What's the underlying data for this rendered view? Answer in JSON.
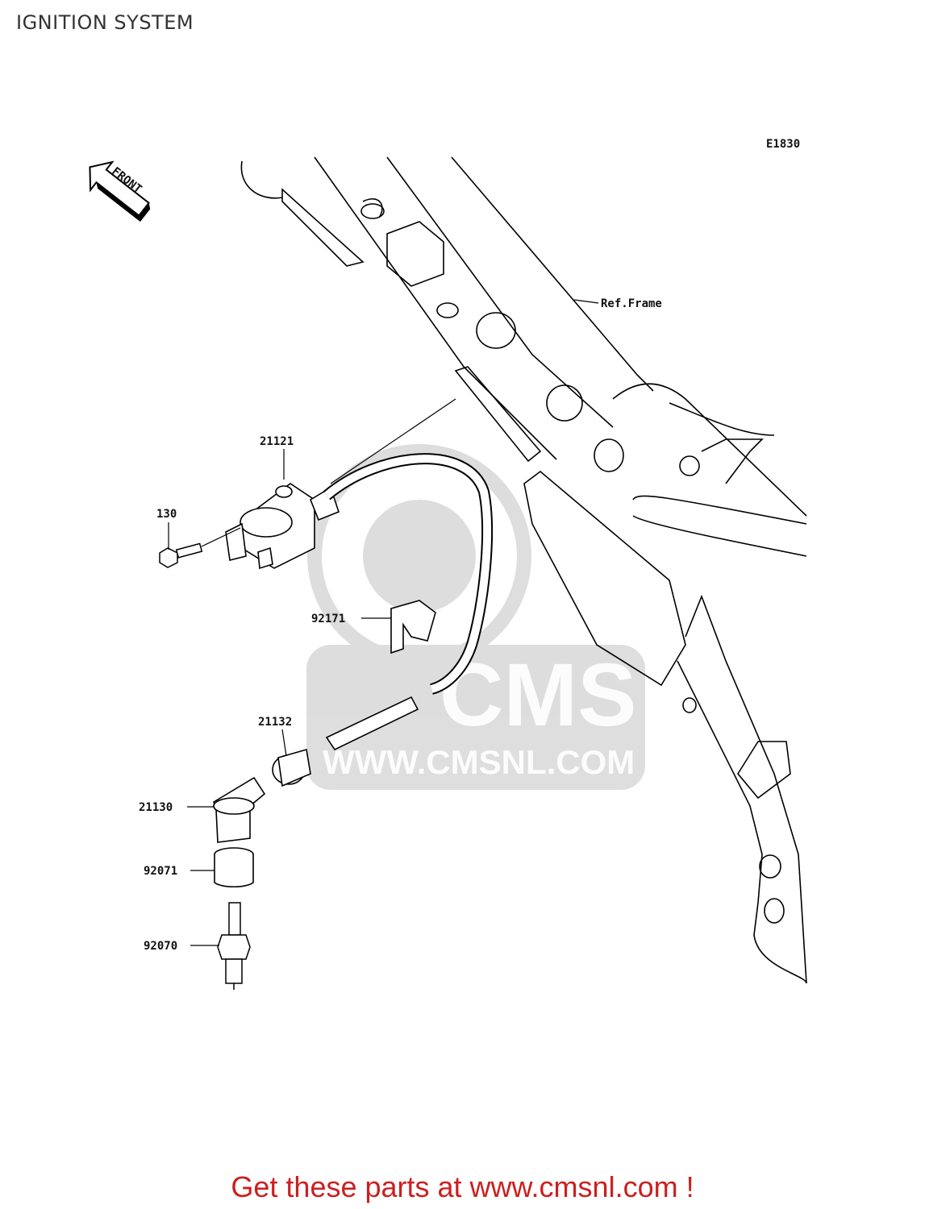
{
  "page": {
    "title": "IGNITION SYSTEM"
  },
  "diagram": {
    "code": "E1830",
    "front_arrow": "FRONT",
    "ref_label": "Ref.Frame",
    "watermark": {
      "brand": "CMS",
      "url": "WWW.CMSNL.COM"
    },
    "parts": [
      {
        "id": "21121"
      },
      {
        "id": "130"
      },
      {
        "id": "92171"
      },
      {
        "id": "21132"
      },
      {
        "id": "21130"
      },
      {
        "id": "92071"
      },
      {
        "id": "92070"
      }
    ]
  },
  "footer": {
    "text": "Get these parts at www.cmsnl.com !",
    "color": "#cc1f1f"
  }
}
